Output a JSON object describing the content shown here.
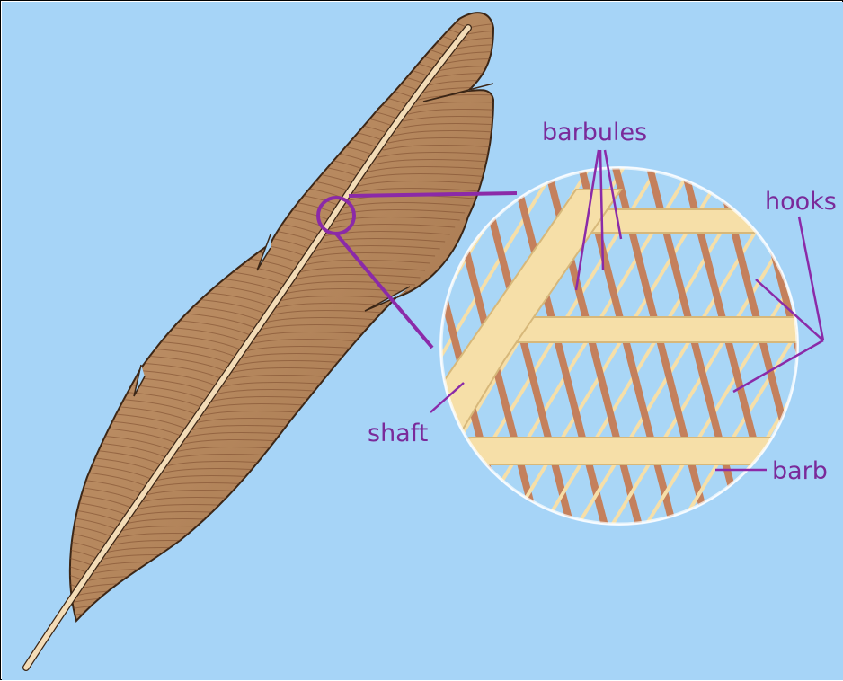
{
  "diagram": {
    "labels": {
      "barbules": "barbules",
      "hooks": "hooks",
      "shaft": "shaft",
      "barb": "barb"
    },
    "colors": {
      "background": "#a6d4f7",
      "label": "#7a2a9a",
      "pointer": "#8b2aa8",
      "feather": "#b68a62",
      "feather_line": "#7a4a2c",
      "barbule_rod": "#c4805c",
      "barb_cream": "#f6dfa8",
      "lens_bg": "#a9d6f6"
    }
  }
}
